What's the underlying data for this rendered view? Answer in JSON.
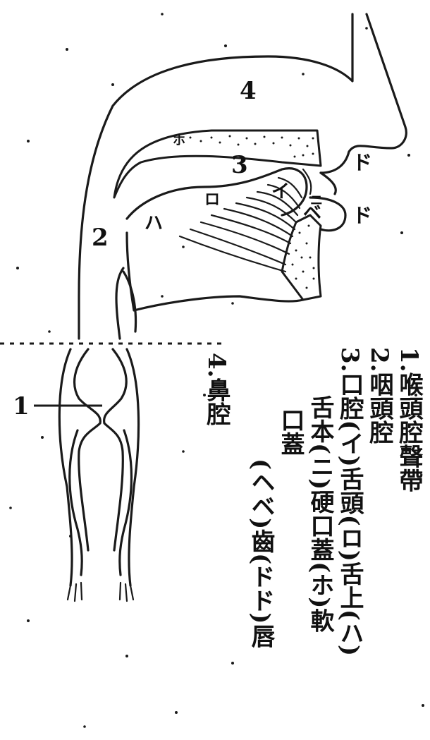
{
  "diagram": {
    "labels": {
      "nasal_cavity_num": "4",
      "mouth_cavity_num": "3",
      "pharynx_num": "2",
      "larynx_pointer_num": "1",
      "ho": "ホ",
      "ro": "ロ",
      "i": "イ",
      "ha": "ハ",
      "ni": "ニ",
      "he": "ヘ",
      "be": "ベ",
      "to": "ド",
      "do": "ド"
    }
  },
  "legend": {
    "item1": "1.喉頭腔聲帶",
    "item2": "2.咽頭腔",
    "item3": "3.口腔(イ)舌頭(ロ)舌上(ハ)",
    "item3_cont": "舌本(ニ)硬口蓋(ホ)軟",
    "item3_cont2": "口蓋",
    "item3_cont3": "(ヘベ)齒(ドド)唇",
    "item4": "4.鼻腔"
  }
}
